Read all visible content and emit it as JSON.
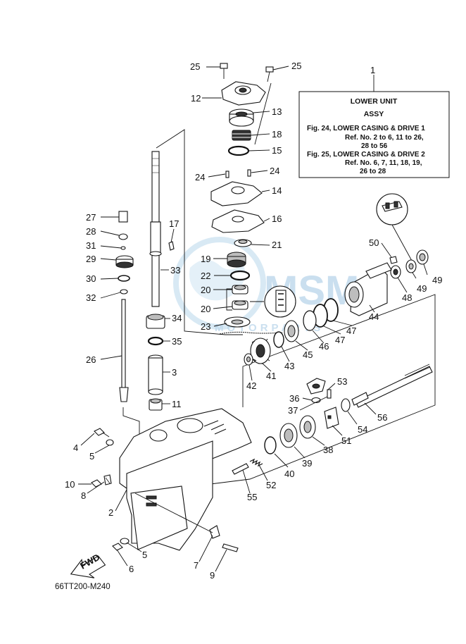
{
  "info_box": {
    "part_no": "1",
    "title_line1": "LOWER UNIT",
    "title_line2": "ASSY",
    "lines": [
      "Fig. 24, LOWER CASING & DRIVE 1",
      "Ref. No. 2 to 6, 11 to 26,",
      "28 to 56",
      "Fig. 25, LOWER CASING & DRIVE 2",
      "Ref. No. 6, 7, 11, 18, 19,",
      "26 to 28"
    ]
  },
  "diagram_code": "66TT200-M240",
  "fwd_label": "FWD",
  "watermark": {
    "text": "MSM",
    "subtext": "MOTORPARTS"
  },
  "callouts": {
    "c25a": "25",
    "c25b": "25",
    "c12": "12",
    "c13": "13",
    "c18": "18",
    "c15": "15",
    "c24a": "24",
    "c24b": "24",
    "c14": "14",
    "c16": "16",
    "c21": "21",
    "c19": "19",
    "c22": "22",
    "c20a": "20",
    "c20b": "20",
    "c23": "23",
    "c17": "17",
    "c33": "33",
    "c34": "34",
    "c35": "35",
    "c3": "3",
    "c11": "11",
    "c27": "27",
    "c28": "28",
    "c31": "31",
    "c29": "29",
    "c30": "30",
    "c32": "32",
    "c26": "26",
    "c50": "50",
    "c49a": "49",
    "c49b": "49",
    "c48": "48",
    "c44": "44",
    "c47a": "47",
    "c47b": "47",
    "c46": "46",
    "c45": "45",
    "c43": "43",
    "c41": "41",
    "c42": "42",
    "c53": "53",
    "c36": "36",
    "c37": "37",
    "c56": "56",
    "c54": "54",
    "c51": "51",
    "c38": "38",
    "c39": "39",
    "c40": "40",
    "c52": "52",
    "c55": "55",
    "c4": "4",
    "c5a": "5",
    "c10": "10",
    "c8": "8",
    "c2": "2",
    "c5b": "5",
    "c6": "6",
    "c7": "7",
    "c9": "9"
  }
}
